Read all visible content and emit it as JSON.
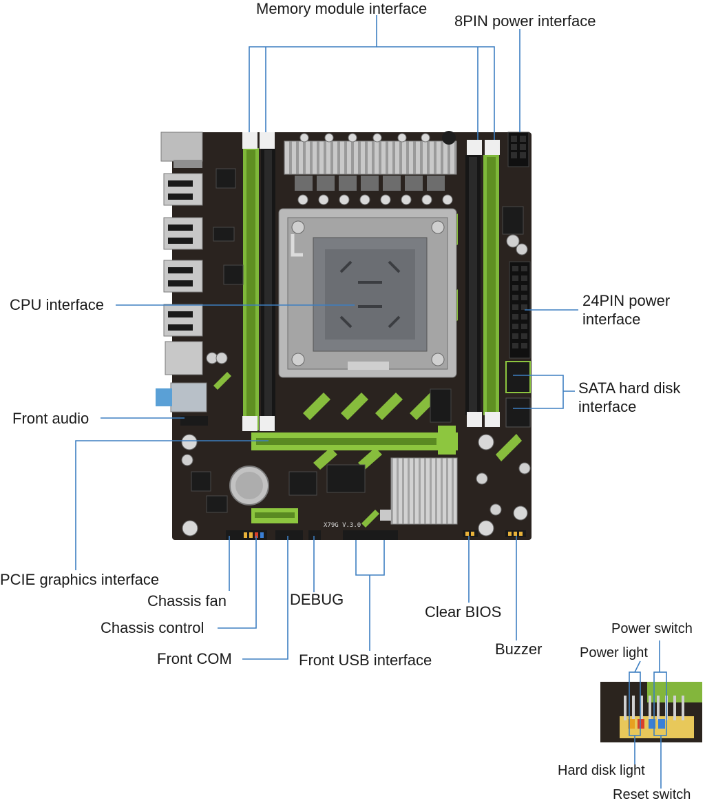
{
  "labels": {
    "memory_module_interface": "Memory module interface",
    "pin8_power_interface": "8PIN power interface",
    "cpu_interface": "CPU interface",
    "pin24_power_line1": "24PIN power",
    "pin24_power_line2": "interface",
    "sata_line1": "SATA hard disk",
    "sata_line2": "interface",
    "front_audio": "Front audio",
    "pcie_graphics_interface": "PCIE graphics interface",
    "chassis_fan": "Chassis fan",
    "chassis_control": "Chassis control",
    "front_com": "Front COM",
    "debug": "DEBUG",
    "front_usb_interface": "Front USB interface",
    "clear_bios": "Clear BIOS",
    "buzzer": "Buzzer",
    "power_switch": "Power switch",
    "power_light": "Power light",
    "hard_disk_light": "Hard disk light",
    "reset_switch": "Reset switch"
  },
  "board": {
    "silkscreen_model": "X79G V.3.0",
    "pcb_color": "#2a231f",
    "accent_color": "#9acd32"
  },
  "colors": {
    "leader_line": "#3d7fc1",
    "label_text": "#1a1a1a"
  }
}
